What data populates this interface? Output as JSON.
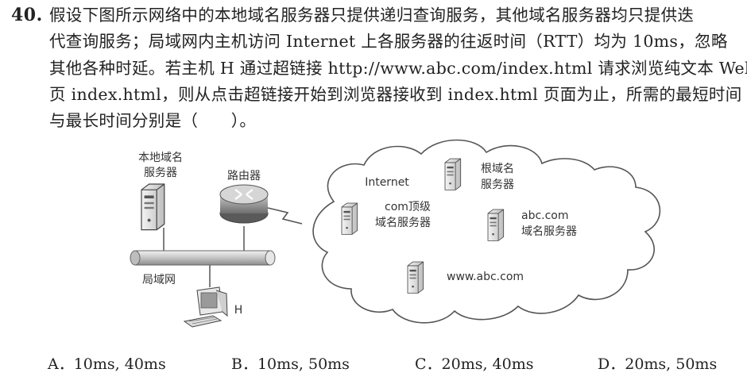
{
  "question": {
    "number": "40.",
    "lines": [
      "假设下图所示网络中的本地域名服务器只提供递归查询服务，其他域名服务器均只提供迭",
      "代查询服务；局域网内主机访问 Internet 上各服务器的往返时间（RTT）均为 10ms，忽略",
      "其他各种时延。若主机 H 通过超链接 http://www.abc.com/index.html 请求浏览纯文本 Web",
      "页  index.html，则从点击超链接开始到浏览器接收到 index.html 页面为止，所需的最短时间",
      "与最长时间分别是（　　）。"
    ]
  },
  "diagram": {
    "local_dns_line1": "本地域名",
    "local_dns_line2": "服务器",
    "router": "路由器",
    "lan": "局域网",
    "host": "H",
    "internet": "Internet",
    "com_dns_line1": "com顶级",
    "com_dns_line2": "域名服务器",
    "root_dns_line1": "根域名",
    "root_dns_line2": "服务器",
    "abc_dns_line1": "abc.com",
    "abc_dns_line2": "域名服务器",
    "www_server": "www.abc.com"
  },
  "options": [
    {
      "label": "A．10ms, 40ms"
    },
    {
      "label": "B．10ms, 50ms"
    },
    {
      "label": "C．20ms, 40ms"
    },
    {
      "label": "D．20ms, 50ms"
    }
  ]
}
